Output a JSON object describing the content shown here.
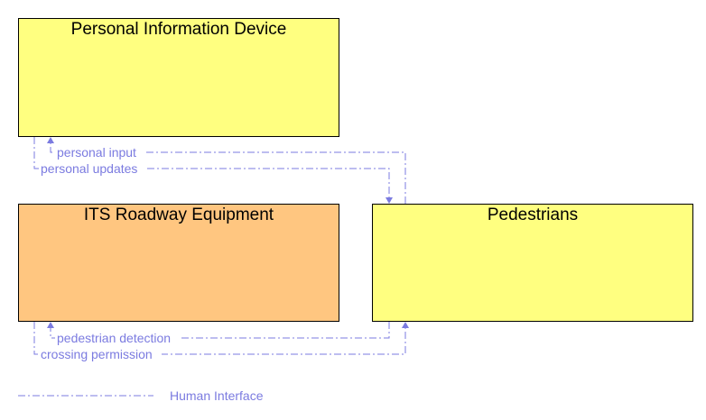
{
  "colors": {
    "flow": "#7b7be0",
    "yellow_box": "#ffff80",
    "orange_box": "#ffc680"
  },
  "boxes": {
    "personal_information_device": "Personal Information Device",
    "its_roadway_equipment": "ITS Roadway Equipment",
    "pedestrians": "Pedestrians"
  },
  "flows": {
    "personal_input": "personal input",
    "personal_updates": "personal updates",
    "pedestrian_detection": "pedestrian detection",
    "crossing_permission": "crossing permission"
  },
  "legend": {
    "human_interface": "Human Interface"
  }
}
